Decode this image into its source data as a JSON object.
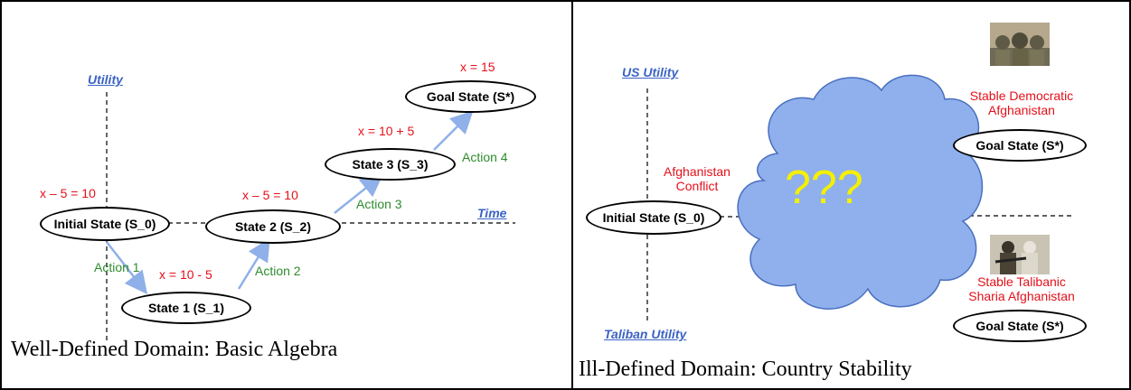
{
  "left_panel": {
    "caption": "Well-Defined Domain: Basic Algebra",
    "axis_utility": "Utility",
    "axis_time": "Time",
    "nodes": {
      "initial": "Initial State (S_0)",
      "state1": "State 1 (S_1)",
      "state2": "State 2 (S_2)",
      "state3": "State 3 (S_3)",
      "goal": "Goal State (S*)"
    },
    "values": {
      "initial": "x – 5 = 10",
      "state1": "x = 10 - 5",
      "state2": "x – 5 = 10",
      "state3": "x = 10 + 5",
      "goal": "x = 15"
    },
    "actions": [
      "Action 1",
      "Action 2",
      "Action 3",
      "Action 4"
    ]
  },
  "right_panel": {
    "caption": "Ill-Defined Domain: Country Stability",
    "axis_us": "US Utility",
    "axis_taliban": "Taliban Utility",
    "initial_node": "Initial State (S_0)",
    "conflict_line1": "Afghanistan",
    "conflict_line2": "Conflict",
    "cloud_text": "???",
    "goal_top": "Goal State (S*)",
    "goal_bottom": "Goal State (S*)",
    "goal_top_desc_line1": "Stable Democratic",
    "goal_top_desc_line2": "Afghanistan",
    "goal_bottom_desc_line1": "Stable Talibanic",
    "goal_bottom_desc_line2": "Sharia Afghanistan"
  },
  "colors": {
    "value_red": "#e3101a",
    "action_green": "#2e8b2e",
    "axis_blue": "#3b63c4",
    "arrow_blue": "#8fb0e8",
    "cloud_fill": "#8fb0ec",
    "cloud_text": "#f4f000"
  },
  "icons": [
    "soldiers-photo",
    "taliban-fighters-photo"
  ]
}
